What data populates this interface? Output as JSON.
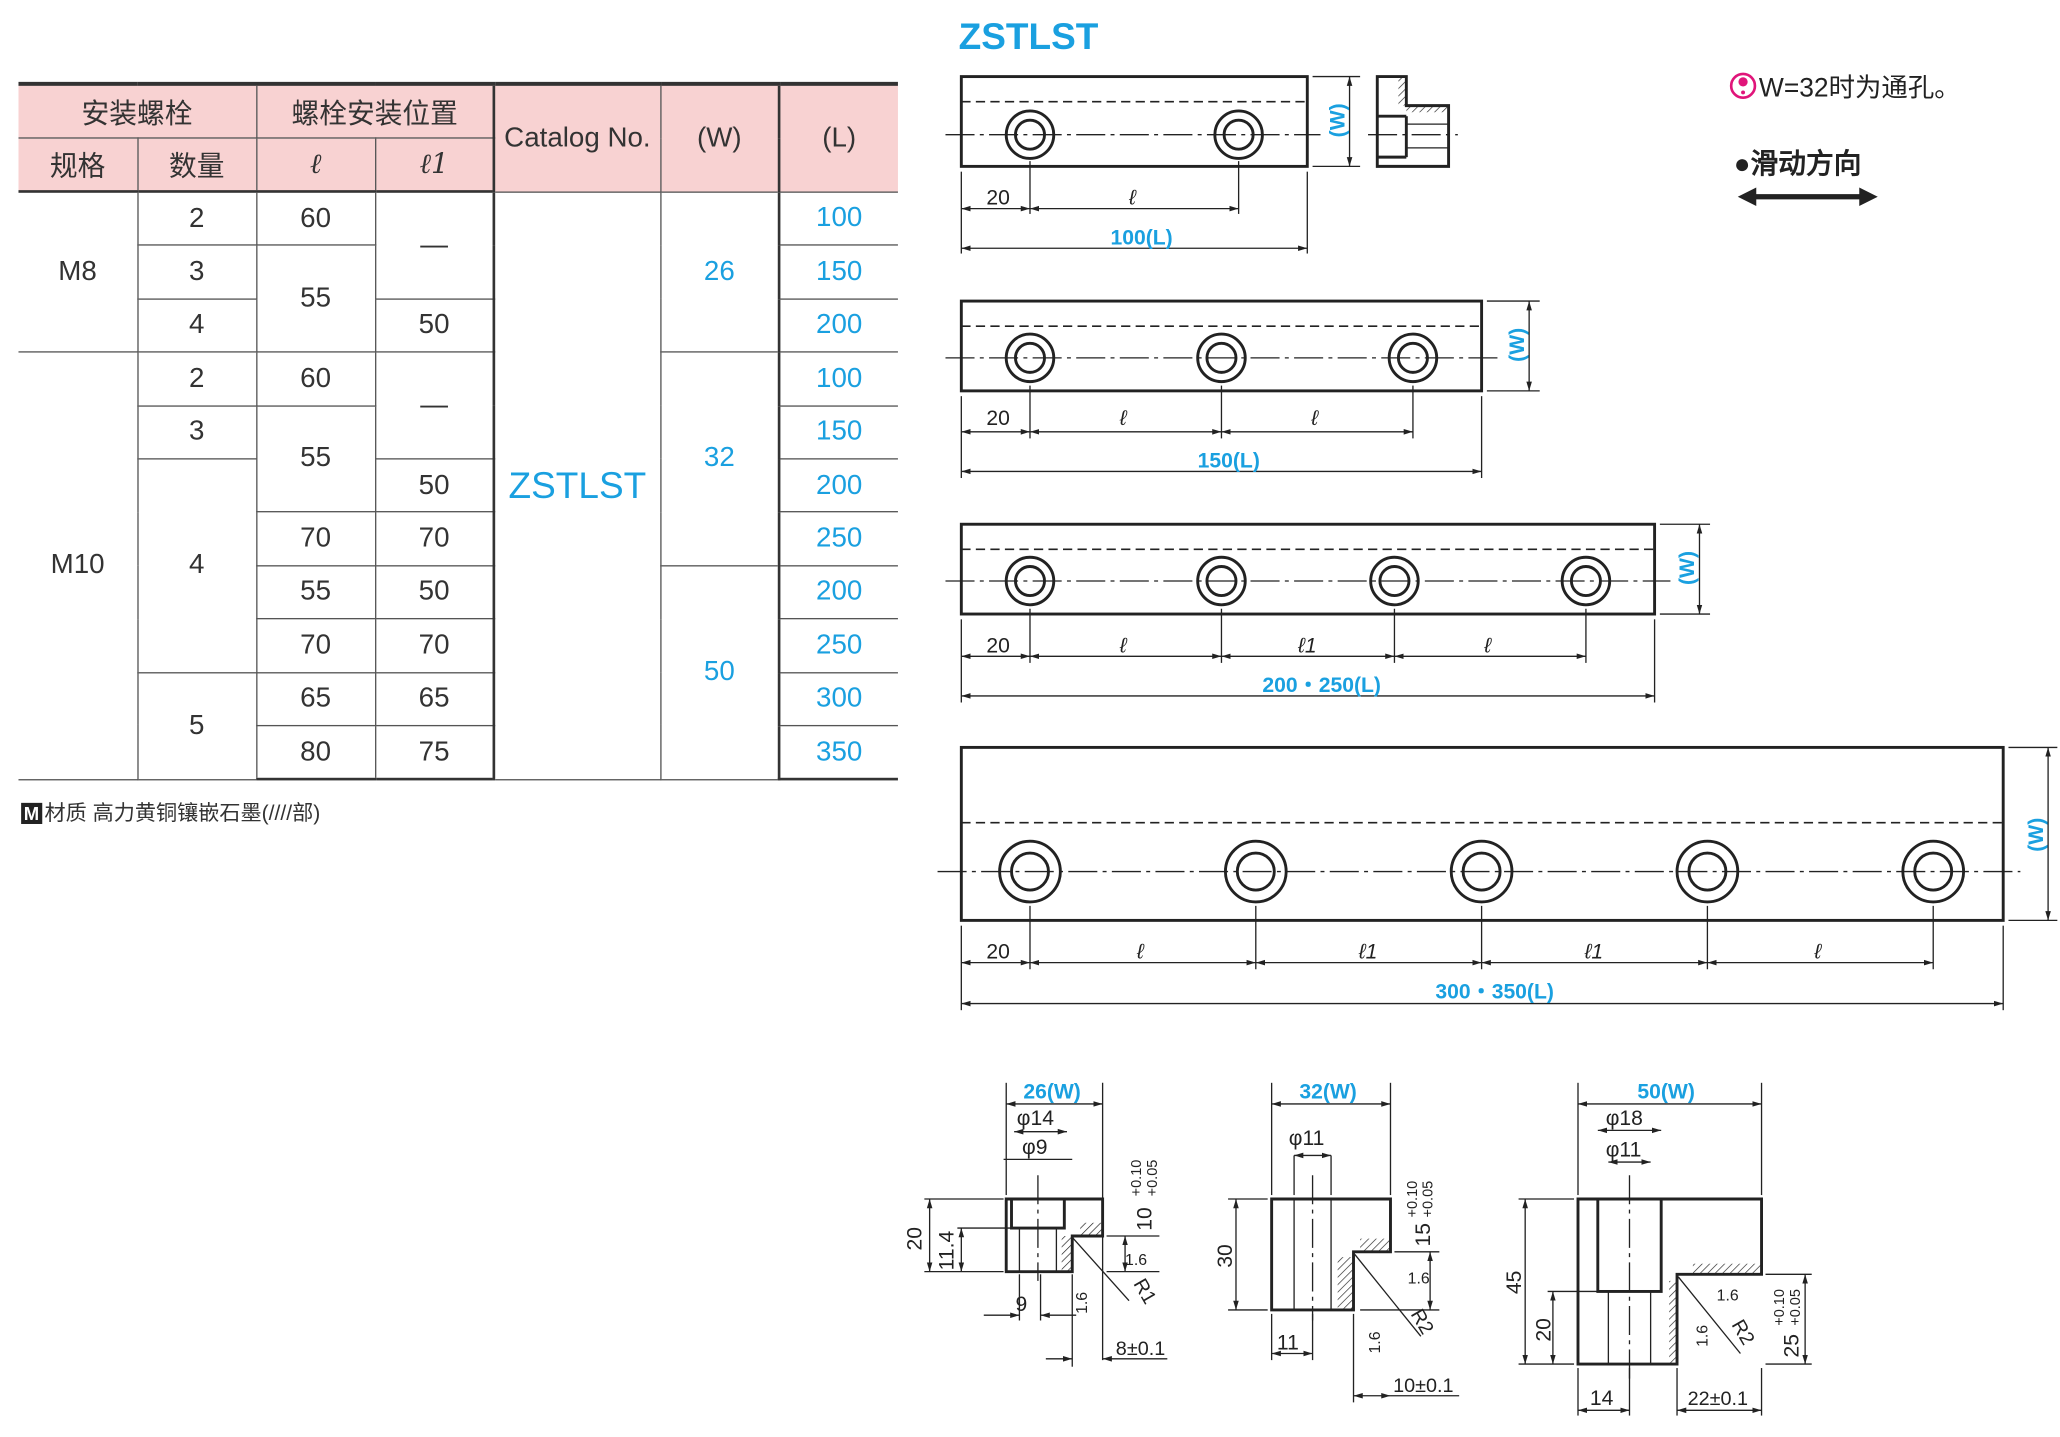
{
  "table": {
    "head": {
      "bolt": "安装螺栓",
      "position": "螺栓安装位置",
      "catalog": "Catalog No.",
      "w": "(W)",
      "l": "(L)",
      "spec": "规格",
      "qty": "数量",
      "ell": "ℓ",
      "ell1": "ℓ1"
    },
    "catalog_no": "ZSTLST",
    "groups": {
      "m8": "M8",
      "m10": "M10"
    },
    "w_values": [
      "26",
      "32",
      "50"
    ],
    "rows": [
      {
        "qty": "2",
        "ell": "60",
        "ell1": "—",
        "L": "100"
      },
      {
        "qty": "3",
        "ell": "55",
        "ell1": "",
        "L": "150"
      },
      {
        "qty": "4",
        "ell": "",
        "ell1": "50",
        "L": "200"
      },
      {
        "qty": "2",
        "ell": "60",
        "ell1": "—",
        "L": "100"
      },
      {
        "qty": "3",
        "ell": "55",
        "ell1": "",
        "L": "150"
      },
      {
        "qty": "4",
        "ell": "",
        "ell1": "50",
        "L": "200"
      },
      {
        "qty": "",
        "ell": "70",
        "ell1": "70",
        "L": "250"
      },
      {
        "qty": "",
        "ell": "55",
        "ell1": "50",
        "L": "200"
      },
      {
        "qty": "",
        "ell": "70",
        "ell1": "70",
        "L": "250"
      },
      {
        "qty": "5",
        "ell": "65",
        "ell1": "65",
        "L": "300"
      },
      {
        "qty": "",
        "ell": "80",
        "ell1": "75",
        "L": "350"
      }
    ]
  },
  "material_note": {
    "badge": "M",
    "text": "材质  高力黄铜镶嵌石墨(////部)"
  },
  "drawing": {
    "title": "ZSTLST",
    "note": "W=32时为通孔。",
    "slide_direction": "●滑动方向",
    "w_label": "(W)",
    "dim20": "20",
    "ell": "ℓ",
    "ell1": "ℓ1",
    "len1": "100(L)",
    "len2": "150(L)",
    "len3": "200・250(L)",
    "len4": "300・350(L)"
  },
  "sections": [
    {
      "w": "26(W)",
      "d_outer": "φ14",
      "d_inner": "φ9",
      "h": "20",
      "h2": "11.4",
      "step": "10",
      "tol_up": "+0.10",
      "tol_lo": "+0.05",
      "rough": "1.6",
      "r": "R1",
      "bottom": "9",
      "groove": "8±0.1"
    },
    {
      "w": "32(W)",
      "d_inner": "φ11",
      "h": "30",
      "step": "15",
      "tol_up": "+0.10",
      "tol_lo": "+0.05",
      "rough": "1.6",
      "r": "R2",
      "bottom": "11",
      "groove": "10±0.1"
    },
    {
      "w": "50(W)",
      "d_outer": "φ18",
      "d_inner": "φ11",
      "h": "45",
      "h2": "20",
      "step": "25",
      "tol_up": "+0.10",
      "tol_lo": "+0.05",
      "rough": "1.6",
      "r": "R2",
      "bottom": "14",
      "groove": "22±0.1"
    }
  ],
  "colors": {
    "accent": "#1aa0e0",
    "header_bg": "#f8d2d2",
    "note_icon": "#e0157a"
  }
}
